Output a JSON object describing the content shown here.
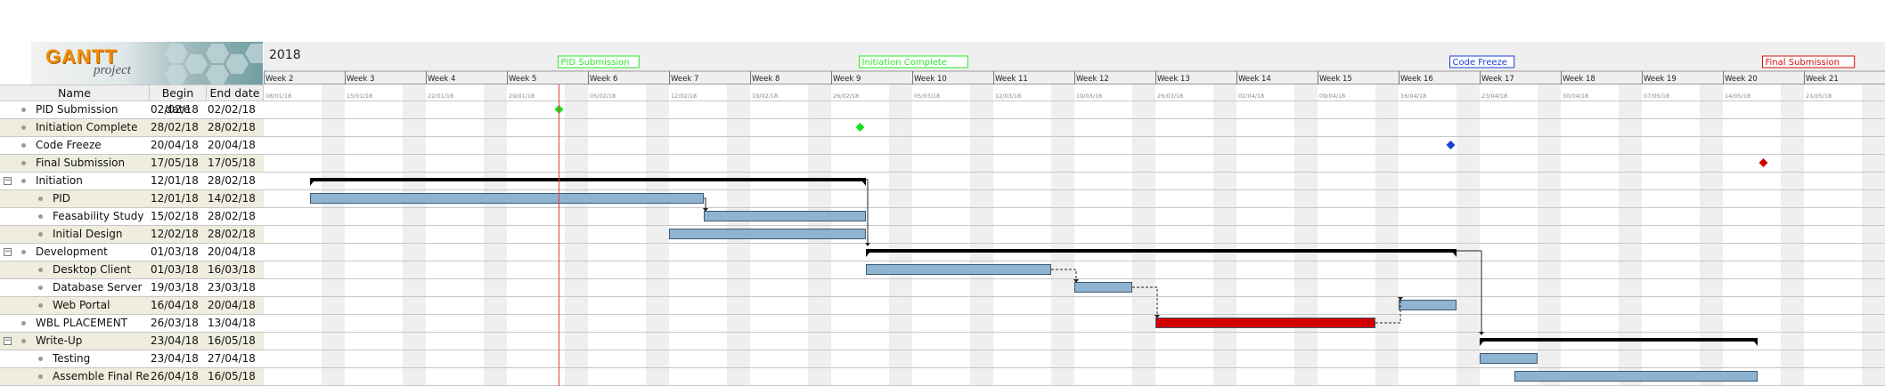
{
  "app": {
    "logo_text": "GANTT",
    "logo_subtext": "project"
  },
  "table": {
    "headers": {
      "name": "Name",
      "begin": "Begin date",
      "end": "End date"
    },
    "rows": [
      {
        "name": "PID Submission",
        "begin": "02/02/18",
        "end": "02/02/18",
        "level": 0,
        "group": false
      },
      {
        "name": "Initiation Complete",
        "begin": "28/02/18",
        "end": "28/02/18",
        "level": 0,
        "group": false
      },
      {
        "name": "Code Freeze",
        "begin": "20/04/18",
        "end": "20/04/18",
        "level": 0,
        "group": false
      },
      {
        "name": "Final Submission",
        "begin": "17/05/18",
        "end": "17/05/18",
        "level": 0,
        "group": false
      },
      {
        "name": "Initiation",
        "begin": "12/01/18",
        "end": "28/02/18",
        "level": 0,
        "group": true,
        "toggle": "−"
      },
      {
        "name": "PID",
        "begin": "12/01/18",
        "end": "14/02/18",
        "level": 1,
        "group": false
      },
      {
        "name": "Feasability Study",
        "begin": "15/02/18",
        "end": "28/02/18",
        "level": 1,
        "group": false
      },
      {
        "name": "Initial Design",
        "begin": "12/02/18",
        "end": "28/02/18",
        "level": 1,
        "group": false
      },
      {
        "name": "Development",
        "begin": "01/03/18",
        "end": "20/04/18",
        "level": 0,
        "group": true,
        "toggle": "−"
      },
      {
        "name": "Desktop Client",
        "begin": "01/03/18",
        "end": "16/03/18",
        "level": 1,
        "group": false
      },
      {
        "name": "Database Server",
        "begin": "19/03/18",
        "end": "23/03/18",
        "level": 1,
        "group": false
      },
      {
        "name": "Web Portal",
        "begin": "16/04/18",
        "end": "20/04/18",
        "level": 1,
        "group": false
      },
      {
        "name": "WBL PLACEMENT",
        "begin": "26/03/18",
        "end": "13/04/18",
        "level": 0,
        "group": false
      },
      {
        "name": "Write-Up",
        "begin": "23/04/18",
        "end": "16/05/18",
        "level": 0,
        "group": true,
        "toggle": "−"
      },
      {
        "name": "Testing",
        "begin": "23/04/18",
        "end": "27/04/18",
        "level": 1,
        "group": false
      },
      {
        "name": "Assemble Final Re...",
        "begin": "26/04/18",
        "end": "16/05/18",
        "level": 1,
        "group": false
      }
    ]
  },
  "timeline": {
    "year": "2018",
    "weeks": [
      {
        "label": "Week 2",
        "date": "08/01/18"
      },
      {
        "label": "Week 3",
        "date": "15/01/18"
      },
      {
        "label": "Week 4",
        "date": "22/01/18"
      },
      {
        "label": "Week 5",
        "date": "29/01/18"
      },
      {
        "label": "Week 6",
        "date": "05/02/18"
      },
      {
        "label": "Week 7",
        "date": "12/02/18"
      },
      {
        "label": "Week 8",
        "date": "19/02/18"
      },
      {
        "label": "Week 9",
        "date": "26/02/18"
      },
      {
        "label": "Week 10",
        "date": "05/03/18"
      },
      {
        "label": "Week 11",
        "date": "12/03/18"
      },
      {
        "label": "Week 12",
        "date": "19/03/18"
      },
      {
        "label": "Week 13",
        "date": "26/03/18"
      },
      {
        "label": "Week 14",
        "date": "02/04/18"
      },
      {
        "label": "Week 15",
        "date": "09/04/18"
      },
      {
        "label": "Week 16",
        "date": "16/04/18"
      },
      {
        "label": "Week 17",
        "date": "23/04/18"
      },
      {
        "label": "Week 18",
        "date": "30/04/18"
      },
      {
        "label": "Week 19",
        "date": "07/05/18"
      },
      {
        "label": "Week 20",
        "date": "14/05/18"
      },
      {
        "label": "Week 21",
        "date": "21/05/18"
      }
    ],
    "today": "02/02/18",
    "milestone_labels": [
      {
        "text": "PID Submission",
        "color": "#2ee82e",
        "date": "02/02/18"
      },
      {
        "text": "Initiation Complete",
        "color": "#2ee82e",
        "date": "28/02/18"
      },
      {
        "text": "Code Freeze",
        "color": "#1a3fd6",
        "date": "20/04/18"
      },
      {
        "text": "Final Submission",
        "color": "#d01010",
        "date": "17/05/18"
      }
    ]
  },
  "colors": {
    "task": "#8eb4d2",
    "task_border": "#3d5a73",
    "group": "#000000",
    "critical": "#d40000",
    "milestone_green": "#19e019",
    "milestone_blue": "#1a3fd6",
    "milestone_red": "#d40000",
    "today_line": "#e04040",
    "weekend": "#efefef",
    "row_line": "#c7c7c7"
  }
}
